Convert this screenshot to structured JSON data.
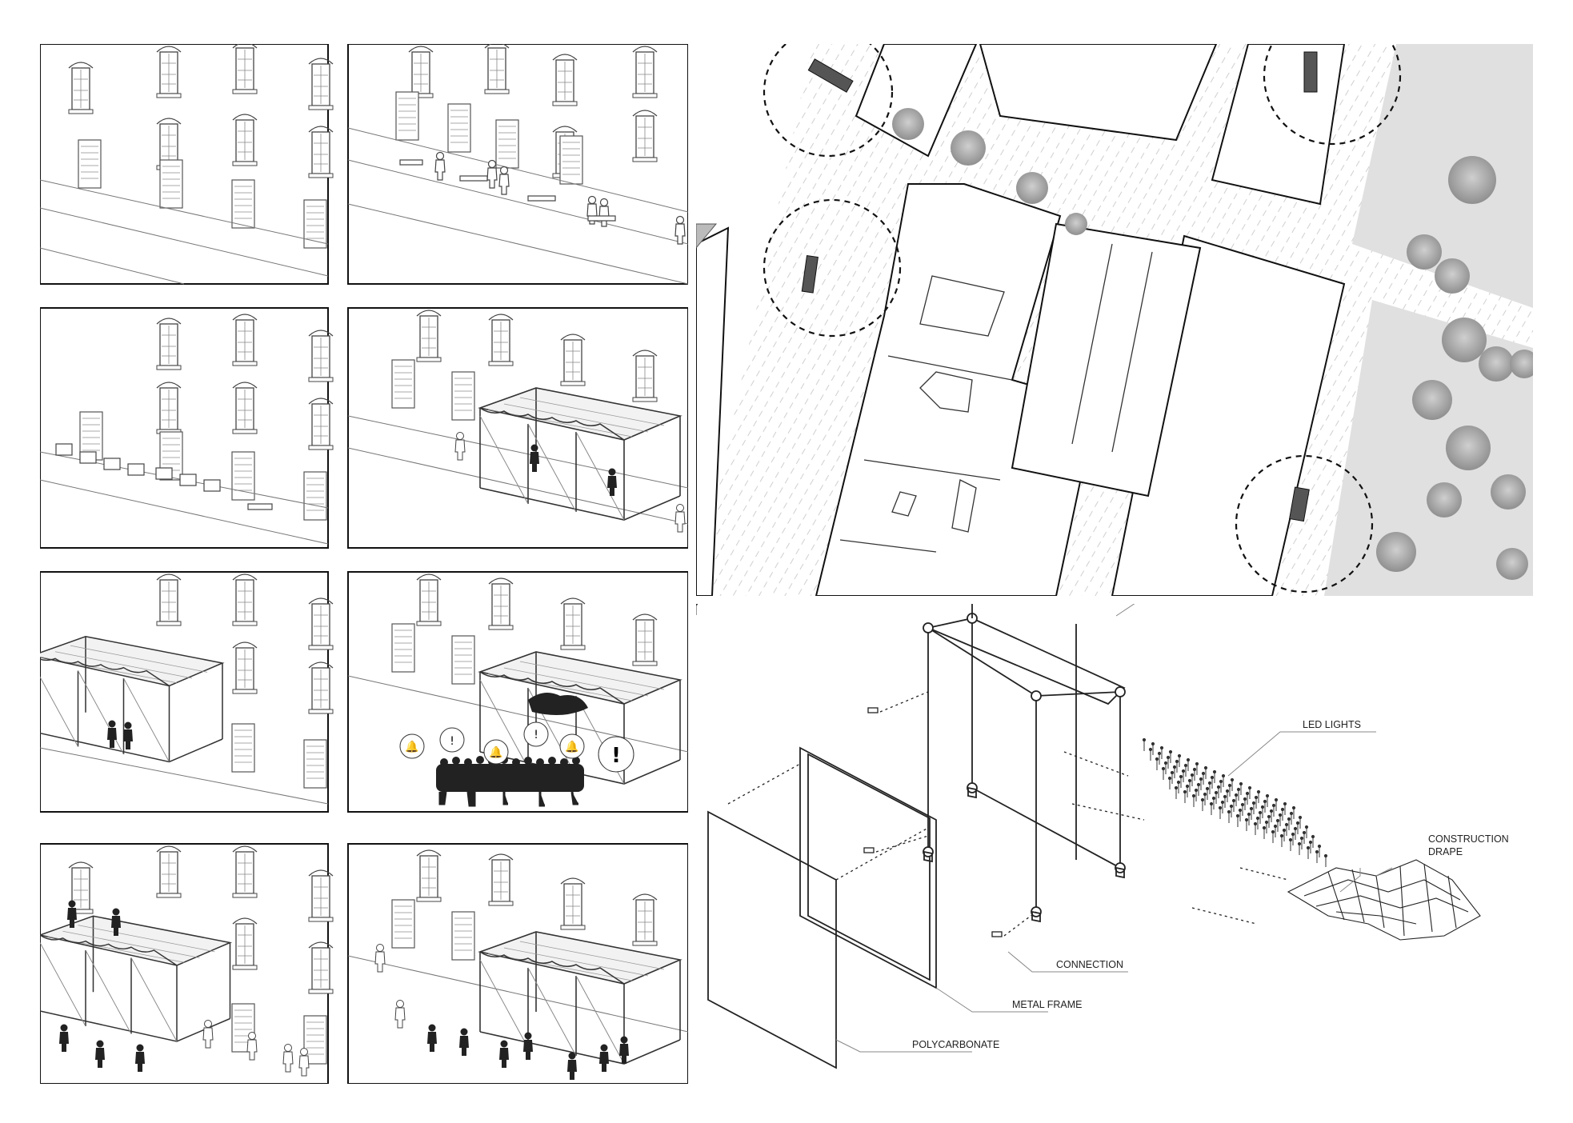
{
  "storyboard": {
    "panels": [
      {
        "id": "p1",
        "scene": "empty-street"
      },
      {
        "id": "p2",
        "scene": "benches-and-pedestrians"
      },
      {
        "id": "p3",
        "scene": "cafe-tables"
      },
      {
        "id": "p4",
        "scene": "pavilion-installed"
      },
      {
        "id": "p5",
        "scene": "pavilion-with-people"
      },
      {
        "id": "p6",
        "scene": "protest-crowd"
      },
      {
        "id": "p7",
        "scene": "climbing-play"
      },
      {
        "id": "p8",
        "scene": "families-gathering"
      }
    ],
    "speech_bubbles": [
      "🔔",
      "!",
      "🔔",
      "!",
      "🔔",
      "!"
    ]
  },
  "exploded_axonometric": {
    "labels": {
      "led": "LED LIGHTS",
      "drape_1": "CONSTRUCTION",
      "drape_2": "DRAPE",
      "connection": "CONNECTION",
      "frame": "METAL FRAME",
      "polycarbonate": "POLYCARBONATE"
    }
  },
  "colors": {
    "ink": "#111111",
    "grey": "#9a9a9a",
    "light": "#e6e6e6"
  }
}
